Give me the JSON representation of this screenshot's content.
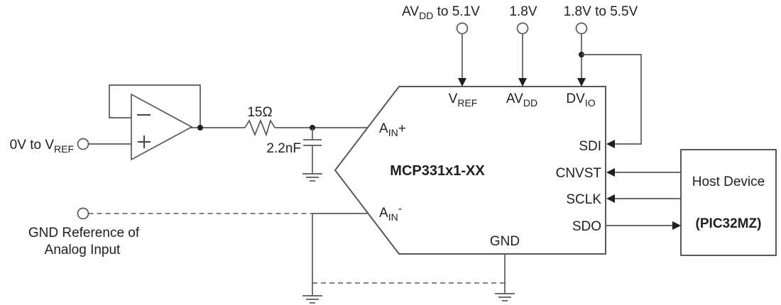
{
  "colors": {
    "line": "#57585B",
    "text": "#1F1F1F",
    "background": "#ffffff"
  },
  "analog_source": {
    "range_label": {
      "main": "0V to V",
      "sub": "REF"
    },
    "gnd_reference": {
      "line1": "GND Reference of",
      "line2": "Analog Input"
    }
  },
  "filter": {
    "resistor_value": "15Ω",
    "capacitor_value": "2.2nF"
  },
  "supplies": {
    "vref_supply": {
      "main": "AV",
      "sub": "DD",
      "rest": " to 5.1V"
    },
    "avdd_supply": {
      "main": "1.8V"
    },
    "dvio_supply": {
      "main": "1.8V to 5.5V"
    }
  },
  "adc": {
    "part_number": "MCP331x1-XX",
    "pins": {
      "vref": {
        "main": "V",
        "sub": "REF"
      },
      "avdd": {
        "main": "AV",
        "sub": "DD"
      },
      "dvio": {
        "main": "DV",
        "sub": "IO"
      },
      "ain_pos": {
        "main": "A",
        "sub": "IN",
        "post": "+"
      },
      "ain_neg": {
        "main": "A",
        "sub": "IN",
        "sup": "-"
      },
      "sdi": "SDI",
      "cnvst": "CNVST",
      "sclk": "SCLK",
      "sdo": "SDO",
      "gnd": "GND"
    }
  },
  "host_device": {
    "line1": "Host Device",
    "line2": "(PIC32MZ)"
  }
}
